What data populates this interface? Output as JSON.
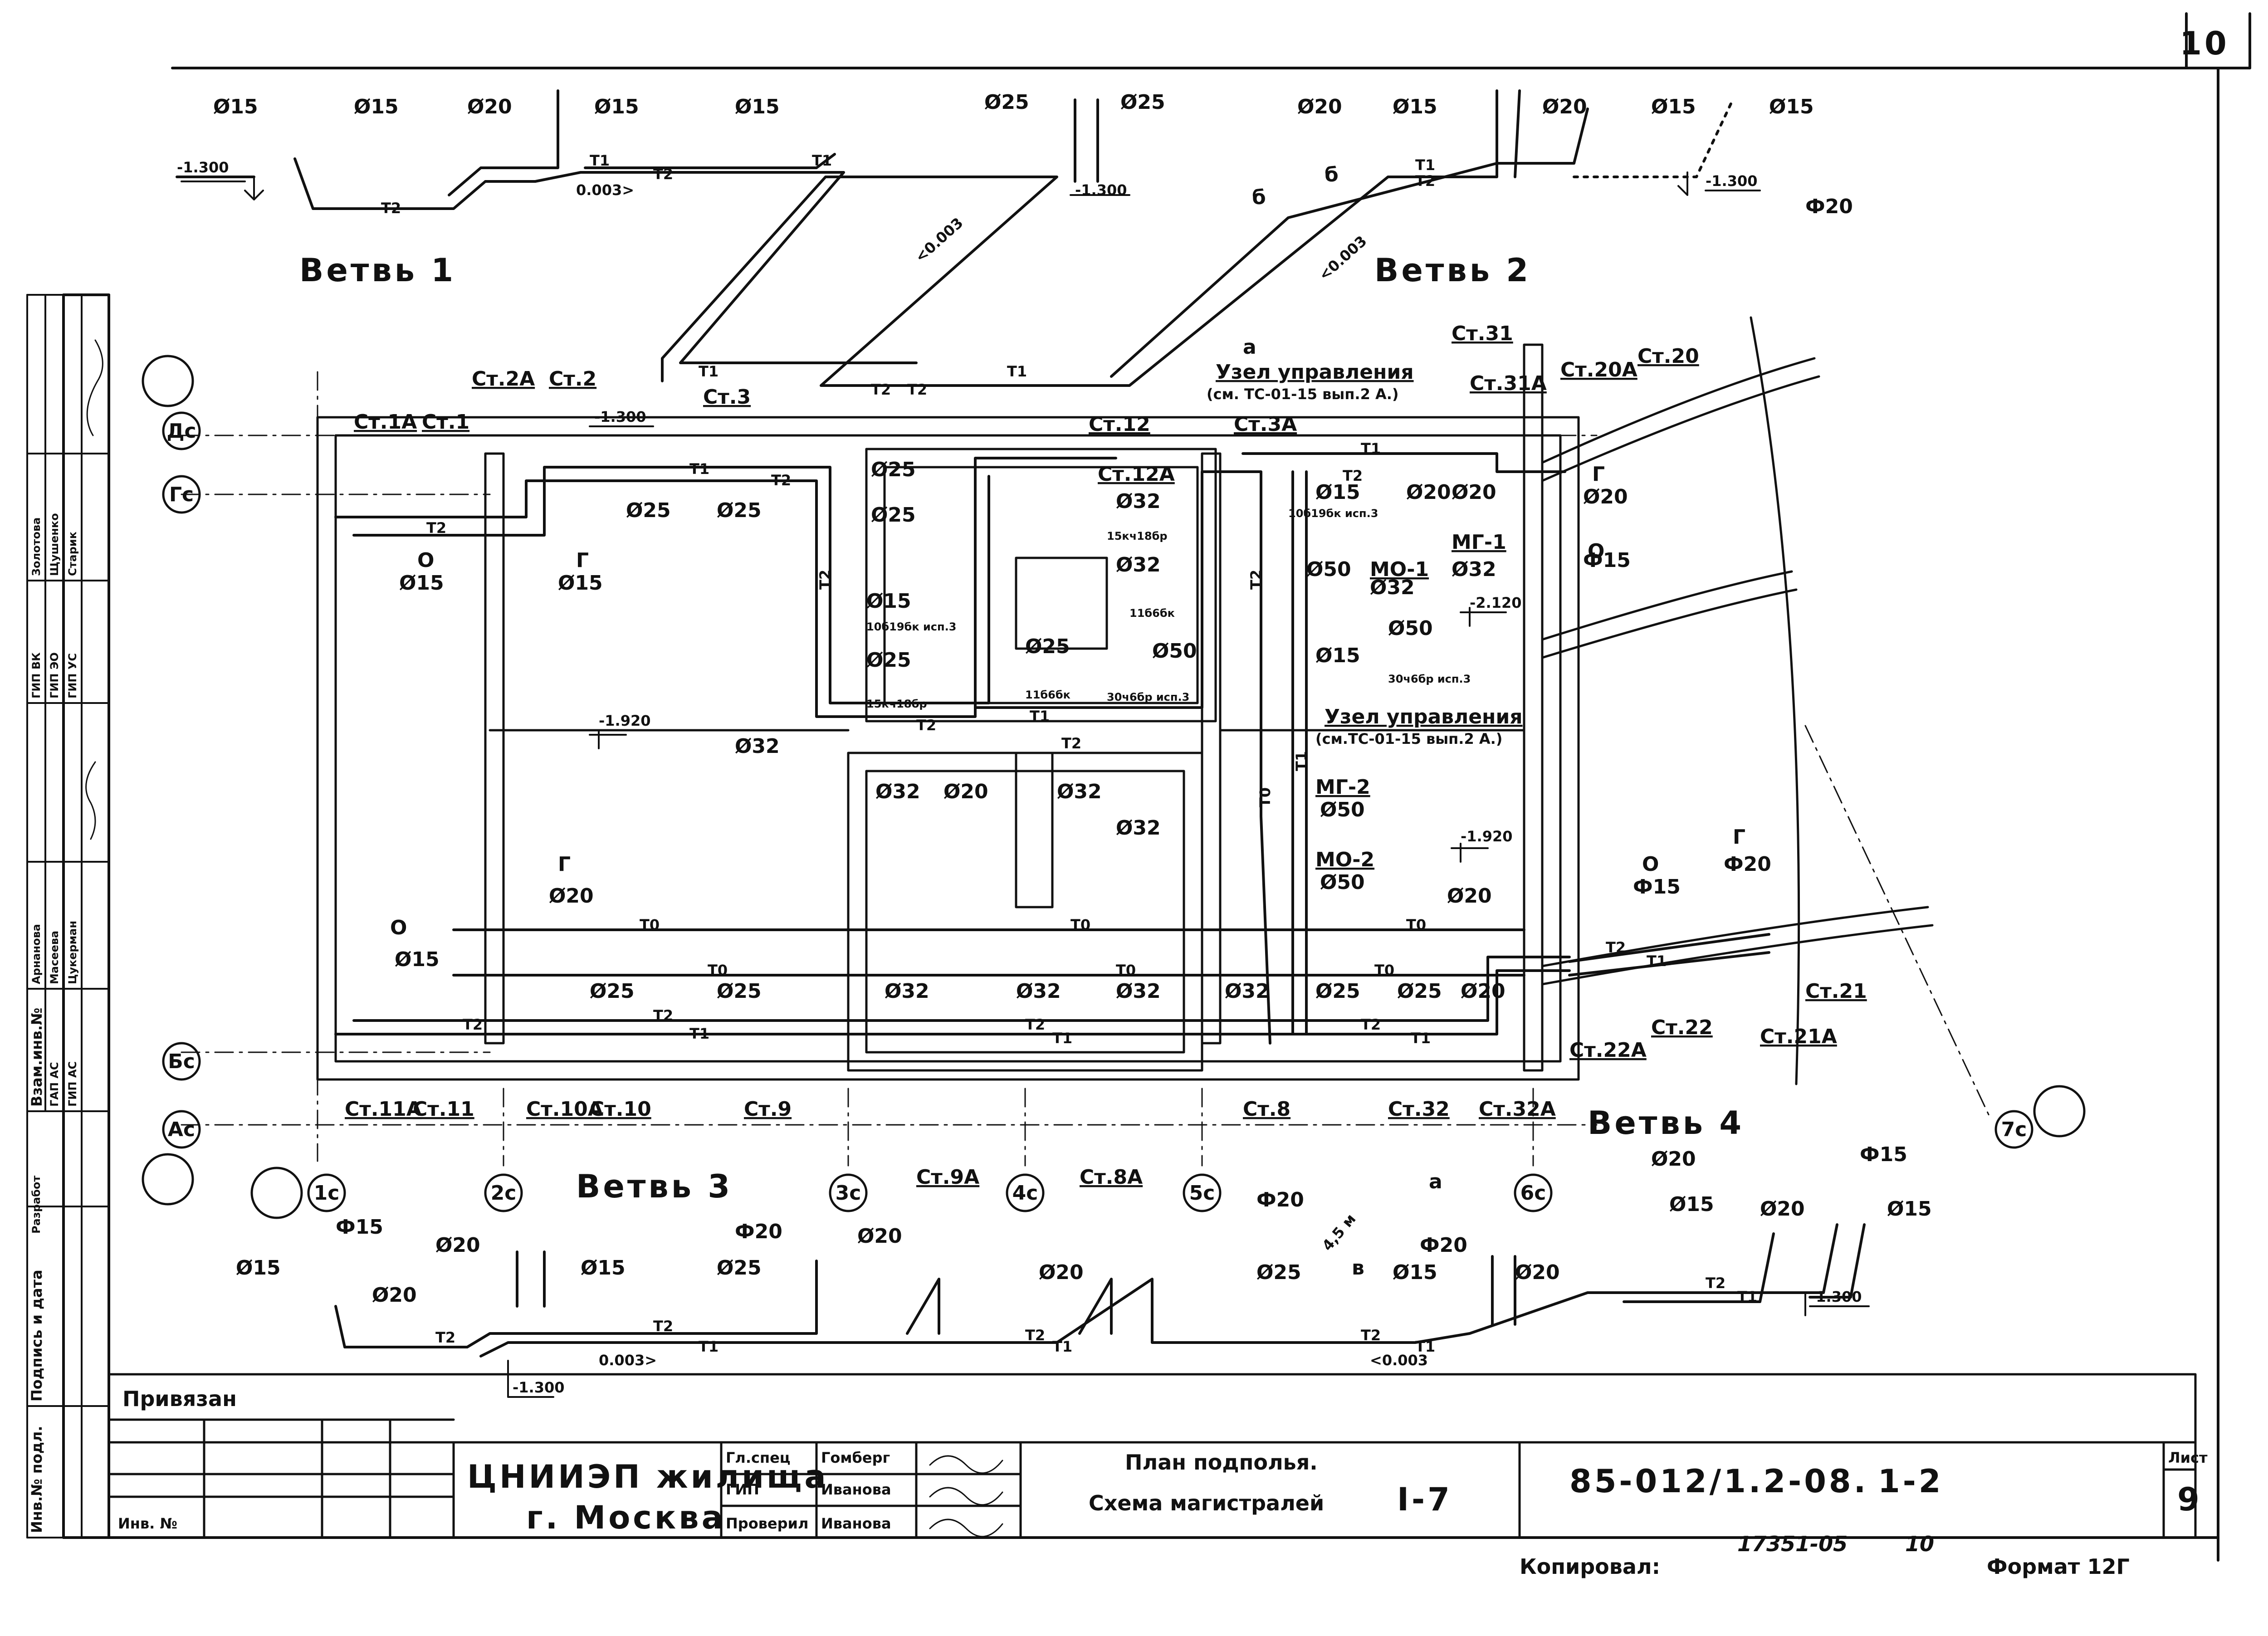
{
  "sheet": {
    "page_number": "10",
    "sheet_label": "Лист",
    "sheet_number": "9",
    "copied_label": "Копировал:",
    "copy_number": "17351-05",
    "copy_page": "10",
    "format_label": "Формат 12Г"
  },
  "title_block": {
    "org_line1": "ЦНИИЭП жилища",
    "org_line2": "г. Москва",
    "drawing_title_line1": "План подполья.",
    "drawing_title_line2": "Схема магистралей",
    "section": "I-7",
    "drawing_code": "85-012/1.2-08.",
    "code_suffix": "1-2",
    "linked_label": "Привязан",
    "inv_label": "Инв. №",
    "roles": [
      {
        "role": "Гл.спец",
        "name": "Гомберг"
      },
      {
        "role": "ГИП",
        "name": "Иванова"
      },
      {
        "role": "Проверил",
        "name": "Иванова"
      }
    ]
  },
  "side_stamp": {
    "columns": [
      "Инв.№ подл.",
      "Подпись и дата",
      "Взам.инв.№"
    ],
    "rows": [
      {
        "role": "Разработ",
        "name": "Арнанова"
      },
      {
        "role": "ГАП АС",
        "name": "Масеева"
      },
      {
        "role": "ГИП АС",
        "name": "Цукерман"
      },
      {
        "role": "ГИП ВК",
        "name": "Золотова"
      },
      {
        "role": "ГИП ЭО",
        "name": "Щушенко"
      },
      {
        "role": "ГИП УС",
        "name": "Старик"
      }
    ]
  },
  "branches": [
    "Ветвь 1",
    "Ветвь 2",
    "Ветвь 3",
    "Ветвь 4"
  ],
  "axes": {
    "letters": [
      "Дс",
      "Гс",
      "Бс",
      "Ас"
    ],
    "numbers": [
      "1с",
      "2с",
      "3с",
      "4с",
      "5с",
      "6с",
      "7с"
    ]
  },
  "risers": [
    "Ст.1А",
    "Ст.1",
    "Ст.2А",
    "Ст.2",
    "Ст.3",
    "Ст.12",
    "Ст.12А",
    "Ст.3А",
    "Ст.31",
    "Ст.31А",
    "Ст.20А",
    "Ст.20",
    "Ст.11А",
    "Ст.11",
    "Ст.10А",
    "Ст.10",
    "Ст.9",
    "Ст.9А",
    "Ст.8А",
    "Ст.8",
    "Ст.32",
    "Ст.32А",
    "Ст.22А",
    "Ст.22",
    "Ст.21",
    "Ст.21А"
  ],
  "control_nodes": {
    "top": "Узел управления",
    "top_ref": "(см. ТС-01-15 вып.2 А.)",
    "mid": "Узел управления",
    "mid_ref": "(см.ТС-01-15 вып.2 А.)"
  },
  "equipment": [
    "МГ-1",
    "МО-1",
    "МГ-2",
    "МО-2"
  ],
  "valves": [
    "10б19бк исп.3",
    "15кч18бр",
    "11б6бк",
    "30ч6бр исп.3"
  ],
  "levels": {
    "a": "-1.300",
    "b": "-1.920",
    "c": "-2.120",
    "d": "-1.920"
  },
  "slopes": {
    "s1": "0.003>",
    "s2": "<0.003"
  },
  "pipes": {
    "t1": "Т1",
    "t2": "Т2",
    "t0": "Т0",
    "d15": "Ø15",
    "d20": "Ø20",
    "d25": "Ø25",
    "d32": "Ø32",
    "d50": "Ø50",
    "f15": "Ф15",
    "f20": "Ф20",
    "g": "Г",
    "o": "О",
    "pt_a": "а",
    "pt_b": "б",
    "pt_v": "в",
    "gap": "4,5 м"
  }
}
